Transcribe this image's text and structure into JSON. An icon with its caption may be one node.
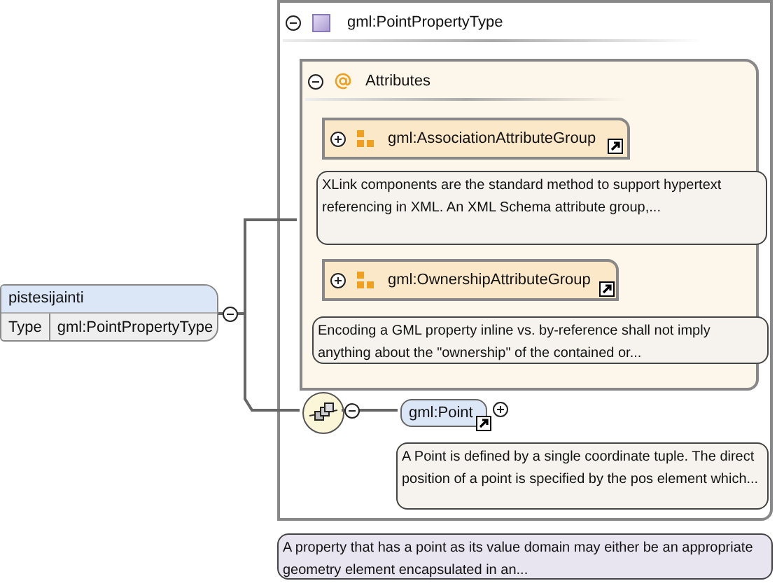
{
  "diagram": {
    "nodes": [
      {
        "text": [
          "pistesijainti",
          "Type",
          "gml:PointPropertyType"
        ]
      },
      {
        "text": [
          "gml:PointPropertyType"
        ],
        "beside": [
          "A property that has a point as its value domain may either be an appropriate geometry element encapsulated in an..."
        ]
      },
      {
        "text": [
          "Attributes"
        ],
        "in": 1
      },
      {
        "text": [
          "gml:AssociationAttributeGroup"
        ],
        "in": 2,
        "beside": [
          "XLink components are the standard method to support hypertext referencing in XML. An XML Schema attribute group,..."
        ]
      },
      {
        "text": [
          "gml:OwnershipAttributeGroup"
        ],
        "in": 2,
        "beside": [
          "Encoding a GML property inline vs. by-reference shall not imply anything about the \"ownership\" of the contained or..."
        ]
      },
      {
        "text": [],
        "shape": "circle",
        "in": 1
      },
      {
        "text": [
          "gml:Point"
        ],
        "in": 1,
        "beside": [
          "A Point is defined by a single coordinate tuple. The direct position of a point is specified by the pos element which..."
        ]
      }
    ],
    "edges": [
      {
        "from": 0,
        "to": 2,
        "arrow": "none"
      },
      {
        "from": 0,
        "to": 5,
        "arrow": "none"
      },
      {
        "from": 5,
        "to": 6,
        "arrow": "none"
      }
    ]
  }
}
